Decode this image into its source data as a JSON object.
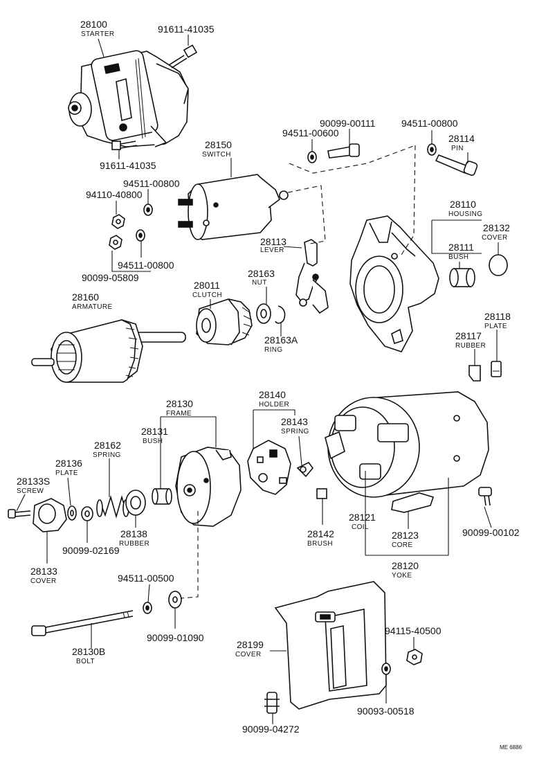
{
  "diagram_ref": "ME 6886",
  "callouts": {
    "c28100": {
      "number": "28100",
      "name": "STARTER"
    },
    "c91611a": {
      "number": "91611-41035"
    },
    "c91611b": {
      "number": "91611-41035"
    },
    "c90099_00111": {
      "number": "90099-00111"
    },
    "c94511_00600": {
      "number": "94511-00600"
    },
    "c94511_00800_pin": {
      "number": "94511-00800"
    },
    "c28114": {
      "number": "28114",
      "name": "PIN"
    },
    "c28150": {
      "number": "28150",
      "name": "SWITCH"
    },
    "c94110_40800": {
      "number": "94110-40800"
    },
    "c94511_00800_a": {
      "number": "94511-00800"
    },
    "c94511_00800_b": {
      "number": "94511-00800"
    },
    "c90099_05809": {
      "number": "90099-05809"
    },
    "c28110": {
      "number": "28110",
      "name": "HOUSING"
    },
    "c28132": {
      "number": "28132",
      "name": "COVER"
    },
    "c28111": {
      "number": "28111",
      "name": "BUSH"
    },
    "c28113": {
      "number": "28113",
      "name": "LEVER"
    },
    "c28163": {
      "number": "28163",
      "name": "NUT"
    },
    "c28011": {
      "number": "28011",
      "name": "CLUTCH"
    },
    "c28160": {
      "number": "28160",
      "name": "ARMATURE"
    },
    "c28163A": {
      "number": "28163A",
      "name": "RING"
    },
    "c28118": {
      "number": "28118",
      "name": "PLATE"
    },
    "c28117": {
      "number": "28117",
      "name": "RUBBER"
    },
    "c28130": {
      "number": "28130",
      "name": "FRAME"
    },
    "c28140": {
      "number": "28140",
      "name": "HOLDER"
    },
    "c28131": {
      "number": "28131",
      "name": "BUSH"
    },
    "c28143": {
      "number": "28143",
      "name": "SPRING"
    },
    "c28162": {
      "number": "28162",
      "name": "SPRING"
    },
    "c28136": {
      "number": "28136",
      "name": "PLATE"
    },
    "c28133S": {
      "number": "28133S",
      "name": "SCREW"
    },
    "c28138": {
      "number": "28138",
      "name": "RUBBER"
    },
    "c90099_02169": {
      "number": "90099-02169"
    },
    "c28133": {
      "number": "28133",
      "name": "COVER"
    },
    "c28121": {
      "number": "28121",
      "name": "COIL"
    },
    "c28142": {
      "number": "28142",
      "name": "BRUSH"
    },
    "c28123": {
      "number": "28123",
      "name": "CORE"
    },
    "c90099_00102": {
      "number": "90099-00102"
    },
    "c28120": {
      "number": "28120",
      "name": "YOKE"
    },
    "c94511_00500": {
      "number": "94511-00500"
    },
    "c90099_01090": {
      "number": "90099-01090"
    },
    "c28130B": {
      "number": "28130B",
      "name": "BOLT"
    },
    "c28199": {
      "number": "28199",
      "name": "COVER"
    },
    "c94115_40500": {
      "number": "94115-40500"
    },
    "c90093_00518": {
      "number": "90093-00518"
    },
    "c90099_04272": {
      "number": "90099-04272"
    }
  }
}
